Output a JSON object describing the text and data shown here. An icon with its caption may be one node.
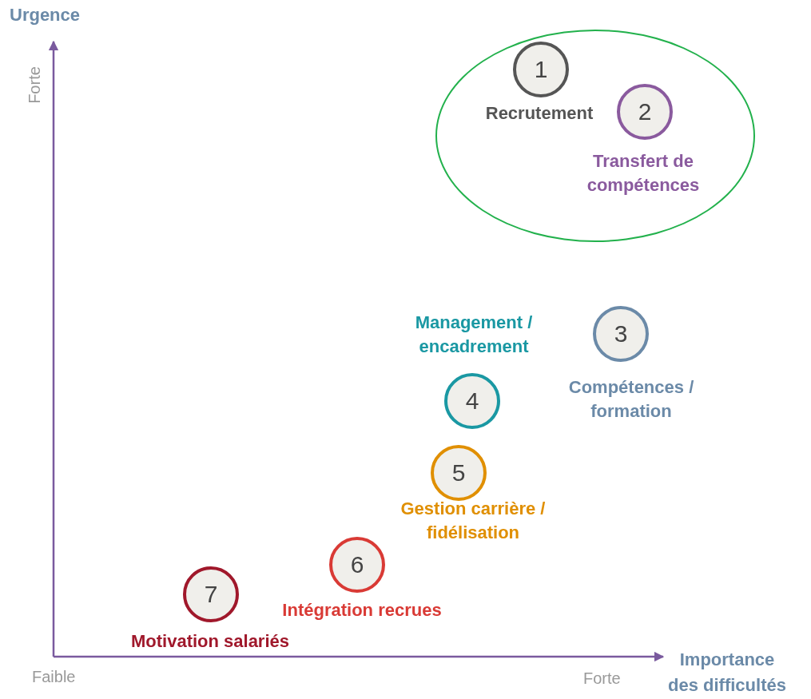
{
  "diagram": {
    "nodes": [
      {
        "text": [],
        "shape": "ellipse"
      },
      {
        "text": [
          "1"
        ],
        "in": 0,
        "beside": [
          "Recrutement"
        ]
      },
      {
        "text": [
          "2"
        ],
        "in": 0,
        "beside": [
          "Transfert de compétences"
        ]
      },
      {
        "text": [
          "3"
        ],
        "beside": [
          "Compétences / formation"
        ]
      },
      {
        "text": [
          "4"
        ],
        "beside": [
          "Management / encadrement"
        ]
      },
      {
        "text": [
          "5"
        ],
        "beside": [
          "Gestion carrière / fidélisation"
        ]
      },
      {
        "text": [
          "6"
        ],
        "beside": [
          "Intégration recrues"
        ]
      },
      {
        "text": [
          "7"
        ],
        "beside": [
          "Motivation salariés"
        ]
      }
    ],
    "edges": [],
    "labels": [
      "Urgence",
      "Forte",
      "Faible",
      "Forte",
      "Importance des difficultés"
    ]
  }
}
